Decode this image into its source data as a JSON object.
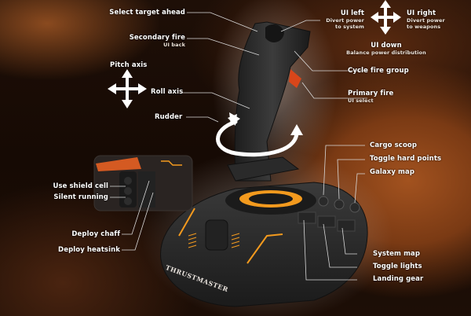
{
  "brand": "THRUSTMASTER",
  "colors": {
    "background_accent": "#a2521f",
    "device_body": "#2b2b2b",
    "device_accent": "#f39a1e",
    "label_text": "#ffffff",
    "leader_line": "#d9d9d9"
  },
  "joystick": {
    "top_labels": {
      "select_target": {
        "title": "Select target ahead"
      },
      "secondary_fire": {
        "title": "Secondary fire",
        "sub": "UI back"
      }
    },
    "hat_switch": {
      "ui_left": {
        "title": "UI left",
        "sub1": "Divert power",
        "sub2": "to system"
      },
      "ui_right": {
        "title": "UI right",
        "sub1": "Divert power",
        "sub2": "to weapons"
      },
      "ui_down": {
        "title": "UI down",
        "sub": "Balance power distribution"
      },
      "icon": "four-way-arrow-icon"
    },
    "trigger_labels": {
      "cycle_fire_group": {
        "title": "Cycle fire group"
      },
      "primary_fire": {
        "title": "Primary fire",
        "sub": "UI select"
      }
    },
    "axes": {
      "pitch_axis": {
        "title": "Pitch axis",
        "icon": "four-way-arrow-icon"
      },
      "roll_axis": {
        "title": "Roll axis"
      },
      "rudder": {
        "title": "Rudder",
        "icon": "rotate-arrow-icon"
      }
    }
  },
  "base": {
    "right_top_buttons": {
      "cargo_scoop": {
        "title": "Cargo scoop"
      },
      "toggle_hard_points": {
        "title": "Toggle hard points"
      },
      "galaxy_map": {
        "title": "Galaxy map"
      }
    },
    "right_bottom_buttons": {
      "system_map": {
        "title": "System map"
      },
      "toggle_lights": {
        "title": "Toggle lights"
      },
      "landing_gear": {
        "title": "Landing gear"
      }
    },
    "side_buttons": {
      "use_shield_cell": {
        "title": "Use shield cell"
      },
      "silent_running": {
        "title": "Silent running"
      },
      "deploy_chaff": {
        "title": "Deploy chaff"
      },
      "deploy_heatsink": {
        "title": "Deploy heatsink"
      }
    }
  }
}
